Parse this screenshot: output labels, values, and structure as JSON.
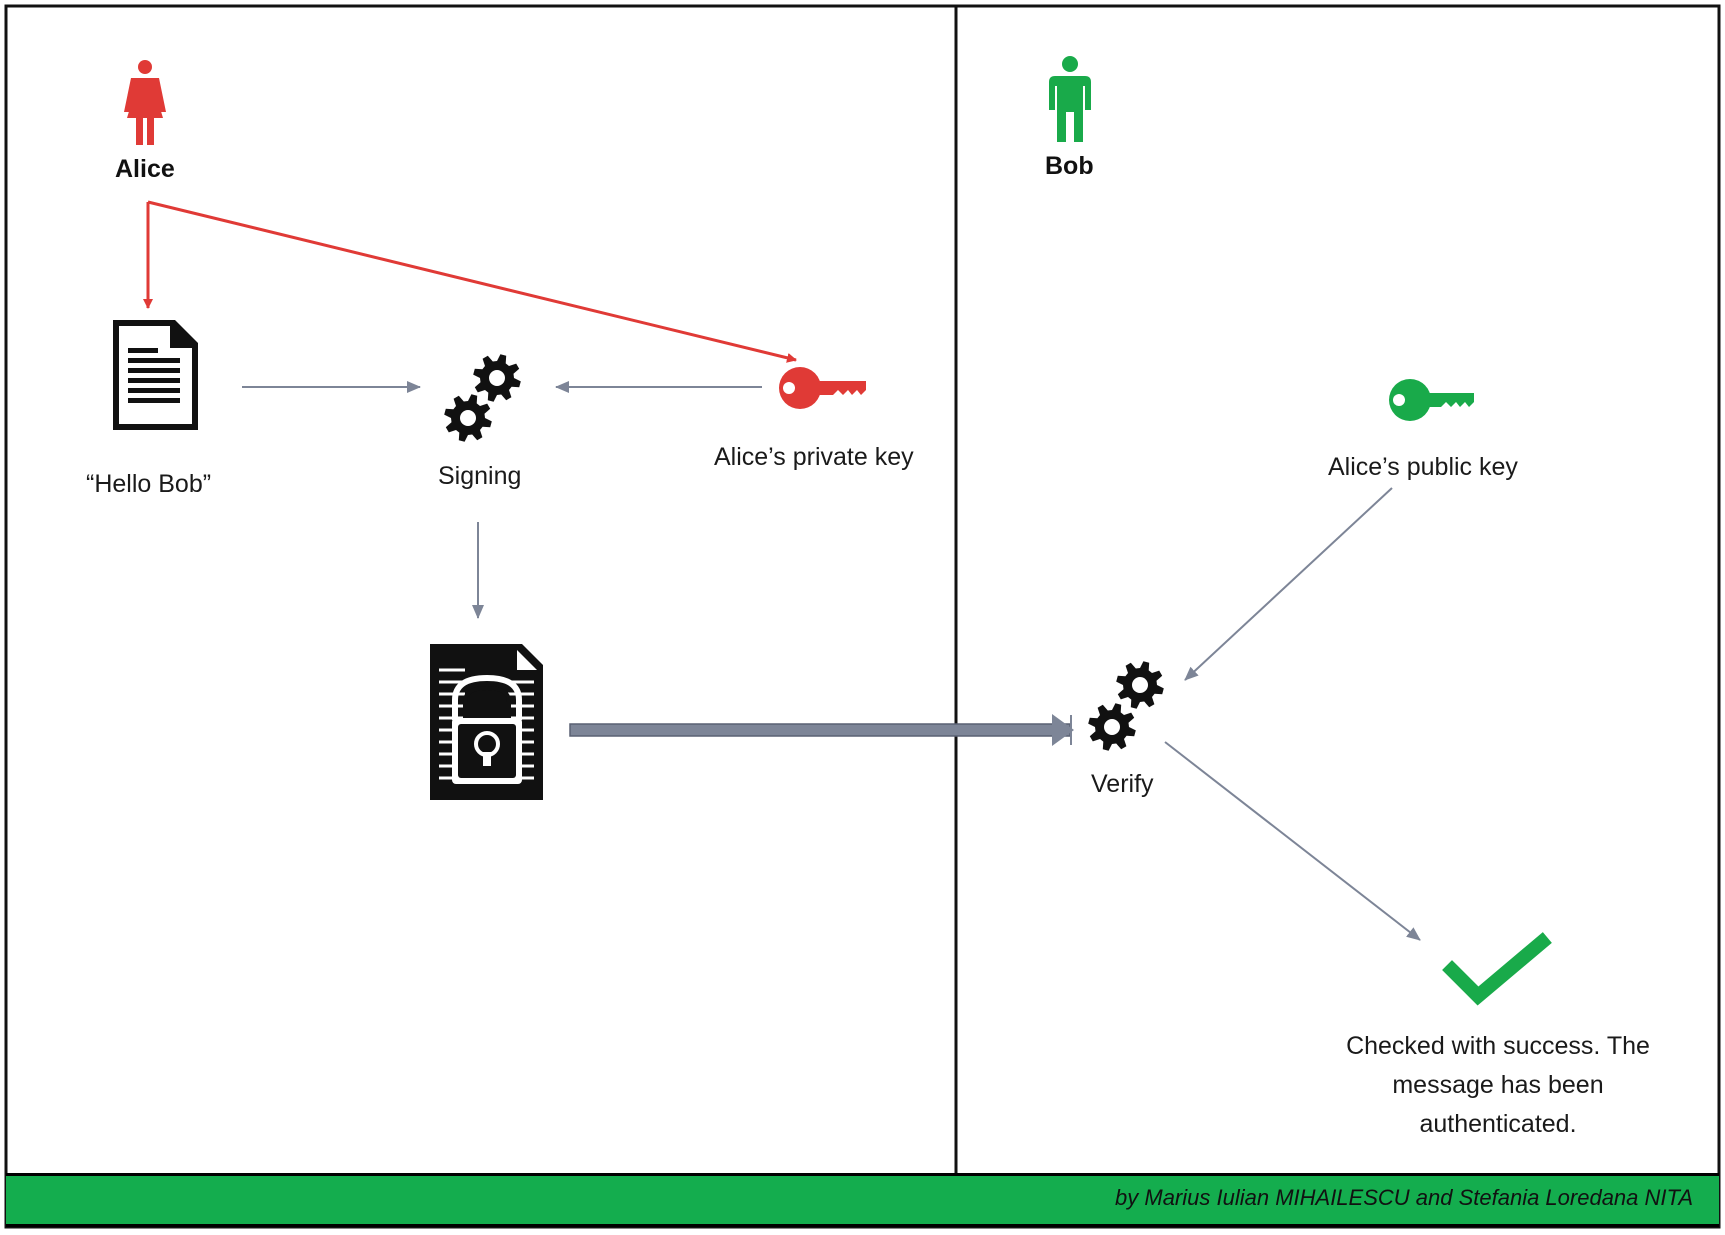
{
  "actors": {
    "alice": {
      "label": "Alice",
      "color": "#e03a36"
    },
    "bob": {
      "label": "Bob",
      "color": "#19aa4a"
    }
  },
  "nodes": {
    "message": {
      "label": "“Hello Bob”",
      "icon": "document-icon"
    },
    "signing": {
      "label": "Signing",
      "icon": "gears-icon"
    },
    "private_key": {
      "label": "Alice’s private key",
      "icon": "key-icon",
      "color": "#e03a36"
    },
    "signed_document": {
      "label": "",
      "icon": "locked-document-icon"
    },
    "public_key": {
      "label": "Alice’s public key",
      "icon": "key-icon",
      "color": "#19aa4a"
    },
    "verify": {
      "label": "Verify",
      "icon": "gears-icon"
    },
    "success": {
      "lines": [
        "Checked with success. The",
        "message has been",
        "authenticated."
      ],
      "icon": "checkmark-icon",
      "color": "#19aa4a"
    }
  },
  "edges": [
    {
      "from": "alice",
      "to": "message",
      "color": "#e03a36"
    },
    {
      "from": "alice",
      "to": "private_key",
      "color": "#e03a36"
    },
    {
      "from": "message",
      "to": "signing",
      "color": "#7d8597"
    },
    {
      "from": "private_key",
      "to": "signing",
      "color": "#7d8597"
    },
    {
      "from": "signing",
      "to": "signed_document",
      "color": "#7d8597"
    },
    {
      "from": "signed_document",
      "to": "verify",
      "color": "#7d8597"
    },
    {
      "from": "public_key",
      "to": "verify",
      "color": "#7d8597"
    },
    {
      "from": "verify",
      "to": "success",
      "color": "#7d8597"
    }
  ],
  "footer": {
    "credit": "by Marius Iulian MIHAILESCU and Stefania Loredana NITA",
    "color": "#14ad4e"
  }
}
